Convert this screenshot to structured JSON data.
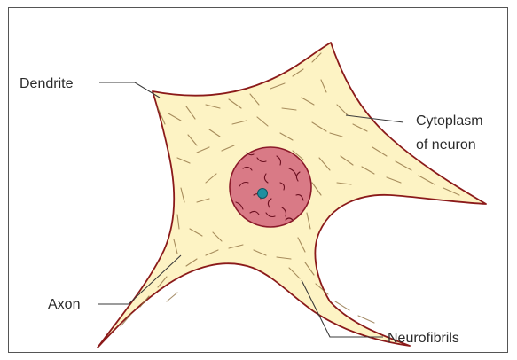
{
  "labels": {
    "dendrite": "Dendrite",
    "cytoplasm_line1": "Cytoplasm",
    "cytoplasm_line2": "of neuron",
    "axon": "Axon",
    "neurofibrils": "Neurofibrils"
  },
  "colors": {
    "cytoplasm_fill": "#fdf3c4",
    "cell_outline": "#8b1a1a",
    "nucleus_fill": "#d97a86",
    "nucleus_outline": "#8b1a2a",
    "nucleolus": "#1f8fa0",
    "neurofibril_strokes": "#8a6a3a"
  }
}
